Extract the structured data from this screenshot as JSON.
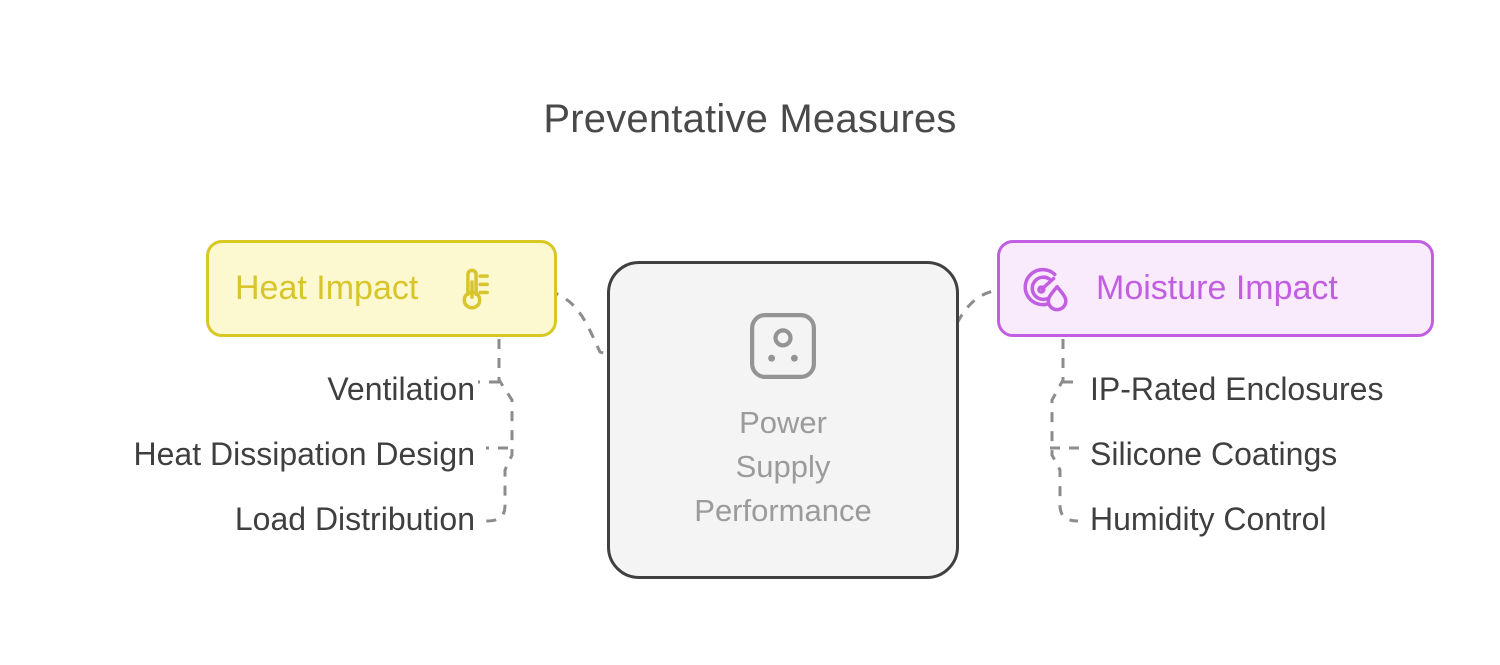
{
  "title": "Preventative Measures",
  "central": {
    "label": "Power\nSupply\nPerformance",
    "icon": "power-socket-icon",
    "fill": "#f4f4f4",
    "border": "#404040",
    "text_color": "#9b9b9b"
  },
  "branches": [
    {
      "id": "heat",
      "label": "Heat Impact",
      "icon": "thermometer-icon",
      "icon_side": "right",
      "accent": "#d8c52b",
      "border": "#d8c824",
      "fill": "#fcf8cf",
      "items": [
        "Ventilation",
        "Heat Dissipation Design",
        "Load Distribution"
      ]
    },
    {
      "id": "moisture",
      "label": "Moisture Impact",
      "icon": "humidity-gauge-icon",
      "icon_side": "left",
      "accent": "#c25ee1",
      "border": "#c25ee1",
      "fill": "#f9ebfc",
      "items": [
        "IP-Rated Enclosures",
        "Silicone Coatings",
        "Humidity Control"
      ]
    }
  ],
  "connector": {
    "color": "#8c8c8c",
    "style": "dashed"
  }
}
